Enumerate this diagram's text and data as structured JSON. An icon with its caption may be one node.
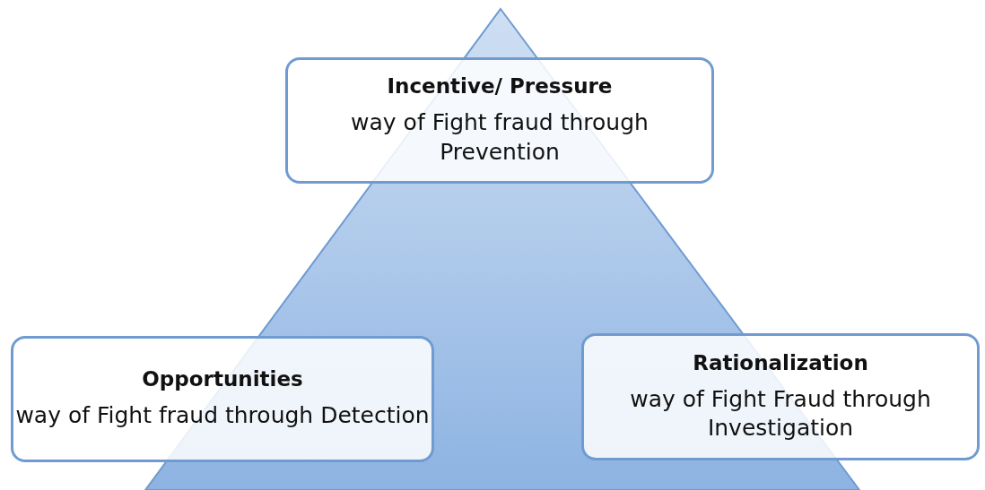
{
  "diagram": {
    "nodes": [
      {
        "text": [
          "Incentive/ Pressure",
          "way of Fight fraud through Prevention"
        ]
      },
      {
        "text": [
          "Opportunities",
          "way of Fight fraud through Detection"
        ]
      },
      {
        "text": [
          "Rationalization",
          "way of Fight Fraud through Investigation"
        ]
      }
    ]
  }
}
